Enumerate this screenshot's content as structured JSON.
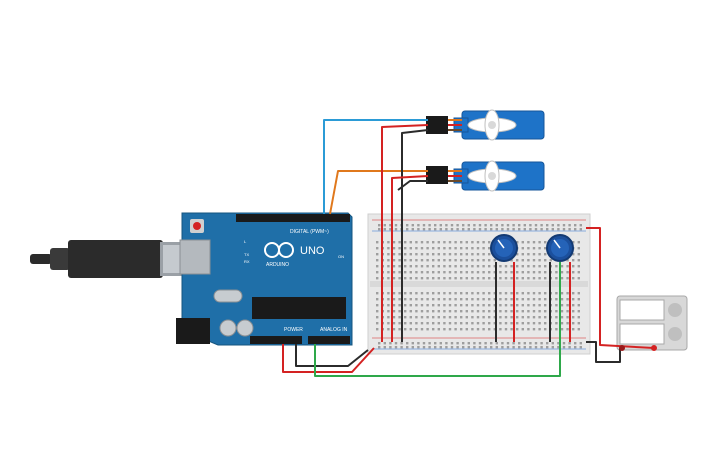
{
  "canvas": {
    "background": "#ffffff"
  },
  "arduino": {
    "brand": "ARDUINO",
    "model": "UNO",
    "digital_header": "DIGITAL (PWM~)",
    "power_header": "POWER",
    "analog_header": "ANALOG IN",
    "led_tx": "TX",
    "led_rx": "RX",
    "led_on": "ON",
    "led_l": "L",
    "board_color": "#1f6fa8",
    "header_color": "#1a1a1a"
  },
  "usb_cable": {
    "color": "#2b2b2b"
  },
  "components": {
    "servos": [
      {
        "name": "servo-1",
        "body_color": "#1e73c8"
      },
      {
        "name": "servo-2",
        "body_color": "#1e73c8"
      }
    ],
    "potentiometers": [
      {
        "name": "pot-1",
        "knob_color": "#1b4f9c"
      },
      {
        "name": "pot-2",
        "knob_color": "#1b4f9c"
      }
    ],
    "battery_pack": {
      "cells": 2,
      "color": "#d8d8d8"
    }
  },
  "wire_colors": {
    "signal_servo1": "#2b9bd6",
    "signal_servo2": "#e0781c",
    "power": "#d42222",
    "ground": "#2b2b2b",
    "analog": "#2ea84a"
  }
}
